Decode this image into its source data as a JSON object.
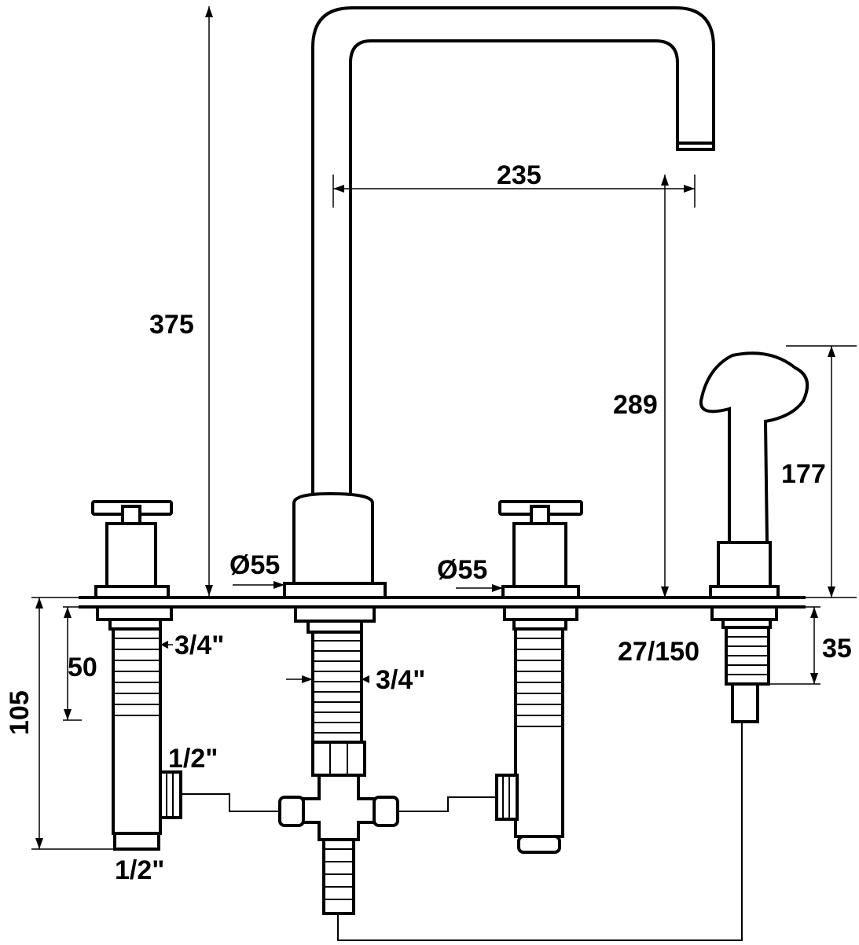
{
  "diagram": {
    "dimensions": {
      "total_height": "375",
      "spout_reach": "235",
      "spout_height": "289",
      "spray_height": "177",
      "dia_left": "Ø55",
      "dia_right": "Ø55",
      "below_deck_left": "105",
      "thread_length": "50",
      "thread_left": "3/4\"",
      "thread_center": "3/4\"",
      "outlet_left": "1/2\"",
      "inlet_left": "1/2\"",
      "spray_hole": "27/150",
      "spray_depth": "35"
    }
  }
}
